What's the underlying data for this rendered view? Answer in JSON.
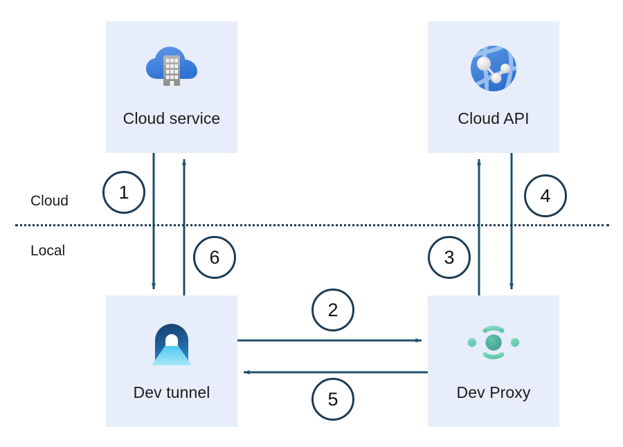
{
  "diagram": {
    "title_present": false,
    "background": "#ffffff",
    "box_fill": "#e7edfa",
    "arrow_color": "#1d5068",
    "circle_stroke": "#1d3b53",
    "boundary_color": "#1d3b53",
    "zones": [
      {
        "id": "cloud",
        "label": "Cloud"
      },
      {
        "id": "local",
        "label": "Local"
      }
    ],
    "nodes": [
      {
        "id": "cloud-service",
        "label": "Cloud service",
        "icon": "cloud-building-icon"
      },
      {
        "id": "cloud-api",
        "label": "Cloud API",
        "icon": "globe-network-icon"
      },
      {
        "id": "dev-tunnel",
        "label": "Dev tunnel",
        "icon": "tunnel-icon"
      },
      {
        "id": "dev-proxy",
        "label": "Dev Proxy",
        "icon": "proxy-target-icon"
      }
    ],
    "steps": [
      {
        "number": "1",
        "from": "cloud-service",
        "to": "dev-tunnel",
        "direction": "down"
      },
      {
        "number": "2",
        "from": "dev-tunnel",
        "to": "dev-proxy",
        "direction": "right"
      },
      {
        "number": "3",
        "from": "dev-proxy",
        "to": "cloud-api",
        "direction": "up"
      },
      {
        "number": "4",
        "from": "cloud-api",
        "to": "dev-proxy",
        "direction": "down"
      },
      {
        "number": "5",
        "from": "dev-proxy",
        "to": "dev-tunnel",
        "direction": "left"
      },
      {
        "number": "6",
        "from": "dev-tunnel",
        "to": "cloud-service",
        "direction": "up"
      }
    ]
  }
}
